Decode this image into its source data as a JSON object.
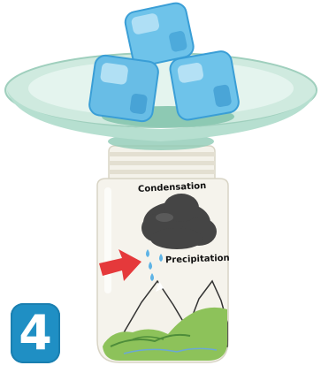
{
  "labels": {
    "condensation": "Condensation",
    "precipitation": "Precipitation"
  },
  "step": {
    "number": "4"
  },
  "colors": {
    "plate": "#b8e0d4",
    "plate_rim": "#d6efe8",
    "ice": "#6ec3ea",
    "ice_dark": "#3a9ed6",
    "jar": "#f3f1e8",
    "cloud": "#444444",
    "rain": "#5fb4e6",
    "arrow": "#e5393b",
    "grass": "#8dc25a",
    "badge": "#1f8fc4"
  },
  "icons": {
    "ice_cubes": "ice-cube-icon",
    "cloud": "rain-cloud-icon",
    "arrow": "arrow-right-icon",
    "mountains": "mountain-icon"
  }
}
